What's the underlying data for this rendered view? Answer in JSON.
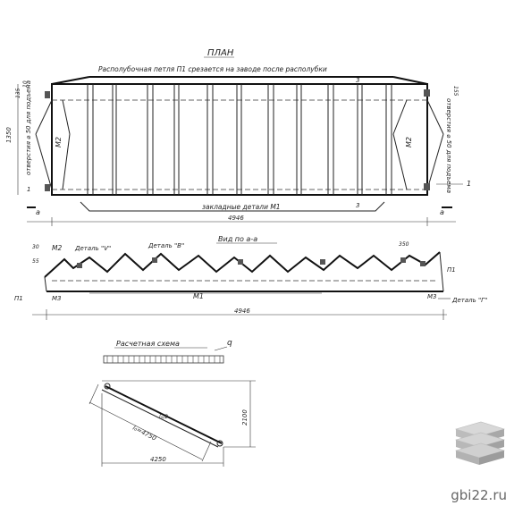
{
  "plan": {
    "title": "ПЛАН",
    "note": "Располубочная петля П1 срезается на заводе после располубки",
    "left_hole_label": "отверстия ⌀ 50 для подъема",
    "right_hole_label": "отверстия ⌀ 50 для подъема",
    "embedded_label": "закладные детали М1",
    "dim_total": "4946",
    "dim_height": "1350",
    "dim_135": "135",
    "dim_10": "10",
    "dim_155": "155",
    "m2_left": "М2",
    "m2_right": "М2",
    "sec_a_left": "а",
    "sec_a_right": "а",
    "mark_3_top": "3",
    "mark_3_bottom": "3",
    "mark_1_right": "1",
    "mark_1_left": "1"
  },
  "section": {
    "title": "Вид по а-а",
    "detail_v": "Деталь \"V\"",
    "detail_b": "Деталь \"В\"",
    "detail_g": "Деталь \"Г\"",
    "m1_label": "М1",
    "m2_left": "М2",
    "m3_left": "М3",
    "m3_right": "М3",
    "p1_left": "П1",
    "p1_right": "П1",
    "dim_total": "4946",
    "dim_350": "350",
    "dim_30": "30",
    "dim_55": "55"
  },
  "scheme": {
    "title": "Расчетная схема",
    "load": "q",
    "span": "l₀=4750",
    "horizontal": "4250",
    "vertical": "2100",
    "half": "l₀/2"
  },
  "watermark": {
    "text": "gbi22.ru"
  }
}
